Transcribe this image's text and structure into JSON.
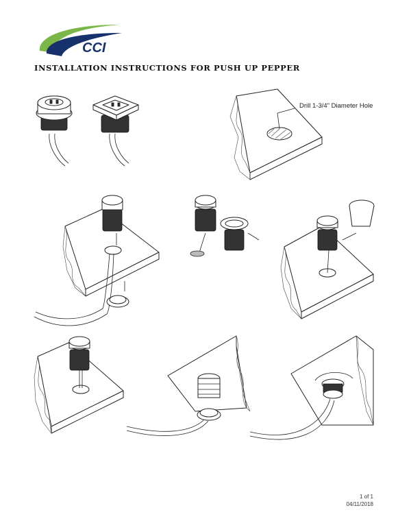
{
  "brand": {
    "logo_text": "CCI",
    "green": "#7ab648",
    "navy": "#17326b"
  },
  "document": {
    "title": "INSTALLATION INSTRUCTIONS FOR PUSH UP PEPPER",
    "annotations": {
      "drill_hole": "Drill 1-3/4\" Diameter Hole"
    },
    "footer": {
      "page": "1 of 1",
      "date": "04/11/2018"
    }
  }
}
